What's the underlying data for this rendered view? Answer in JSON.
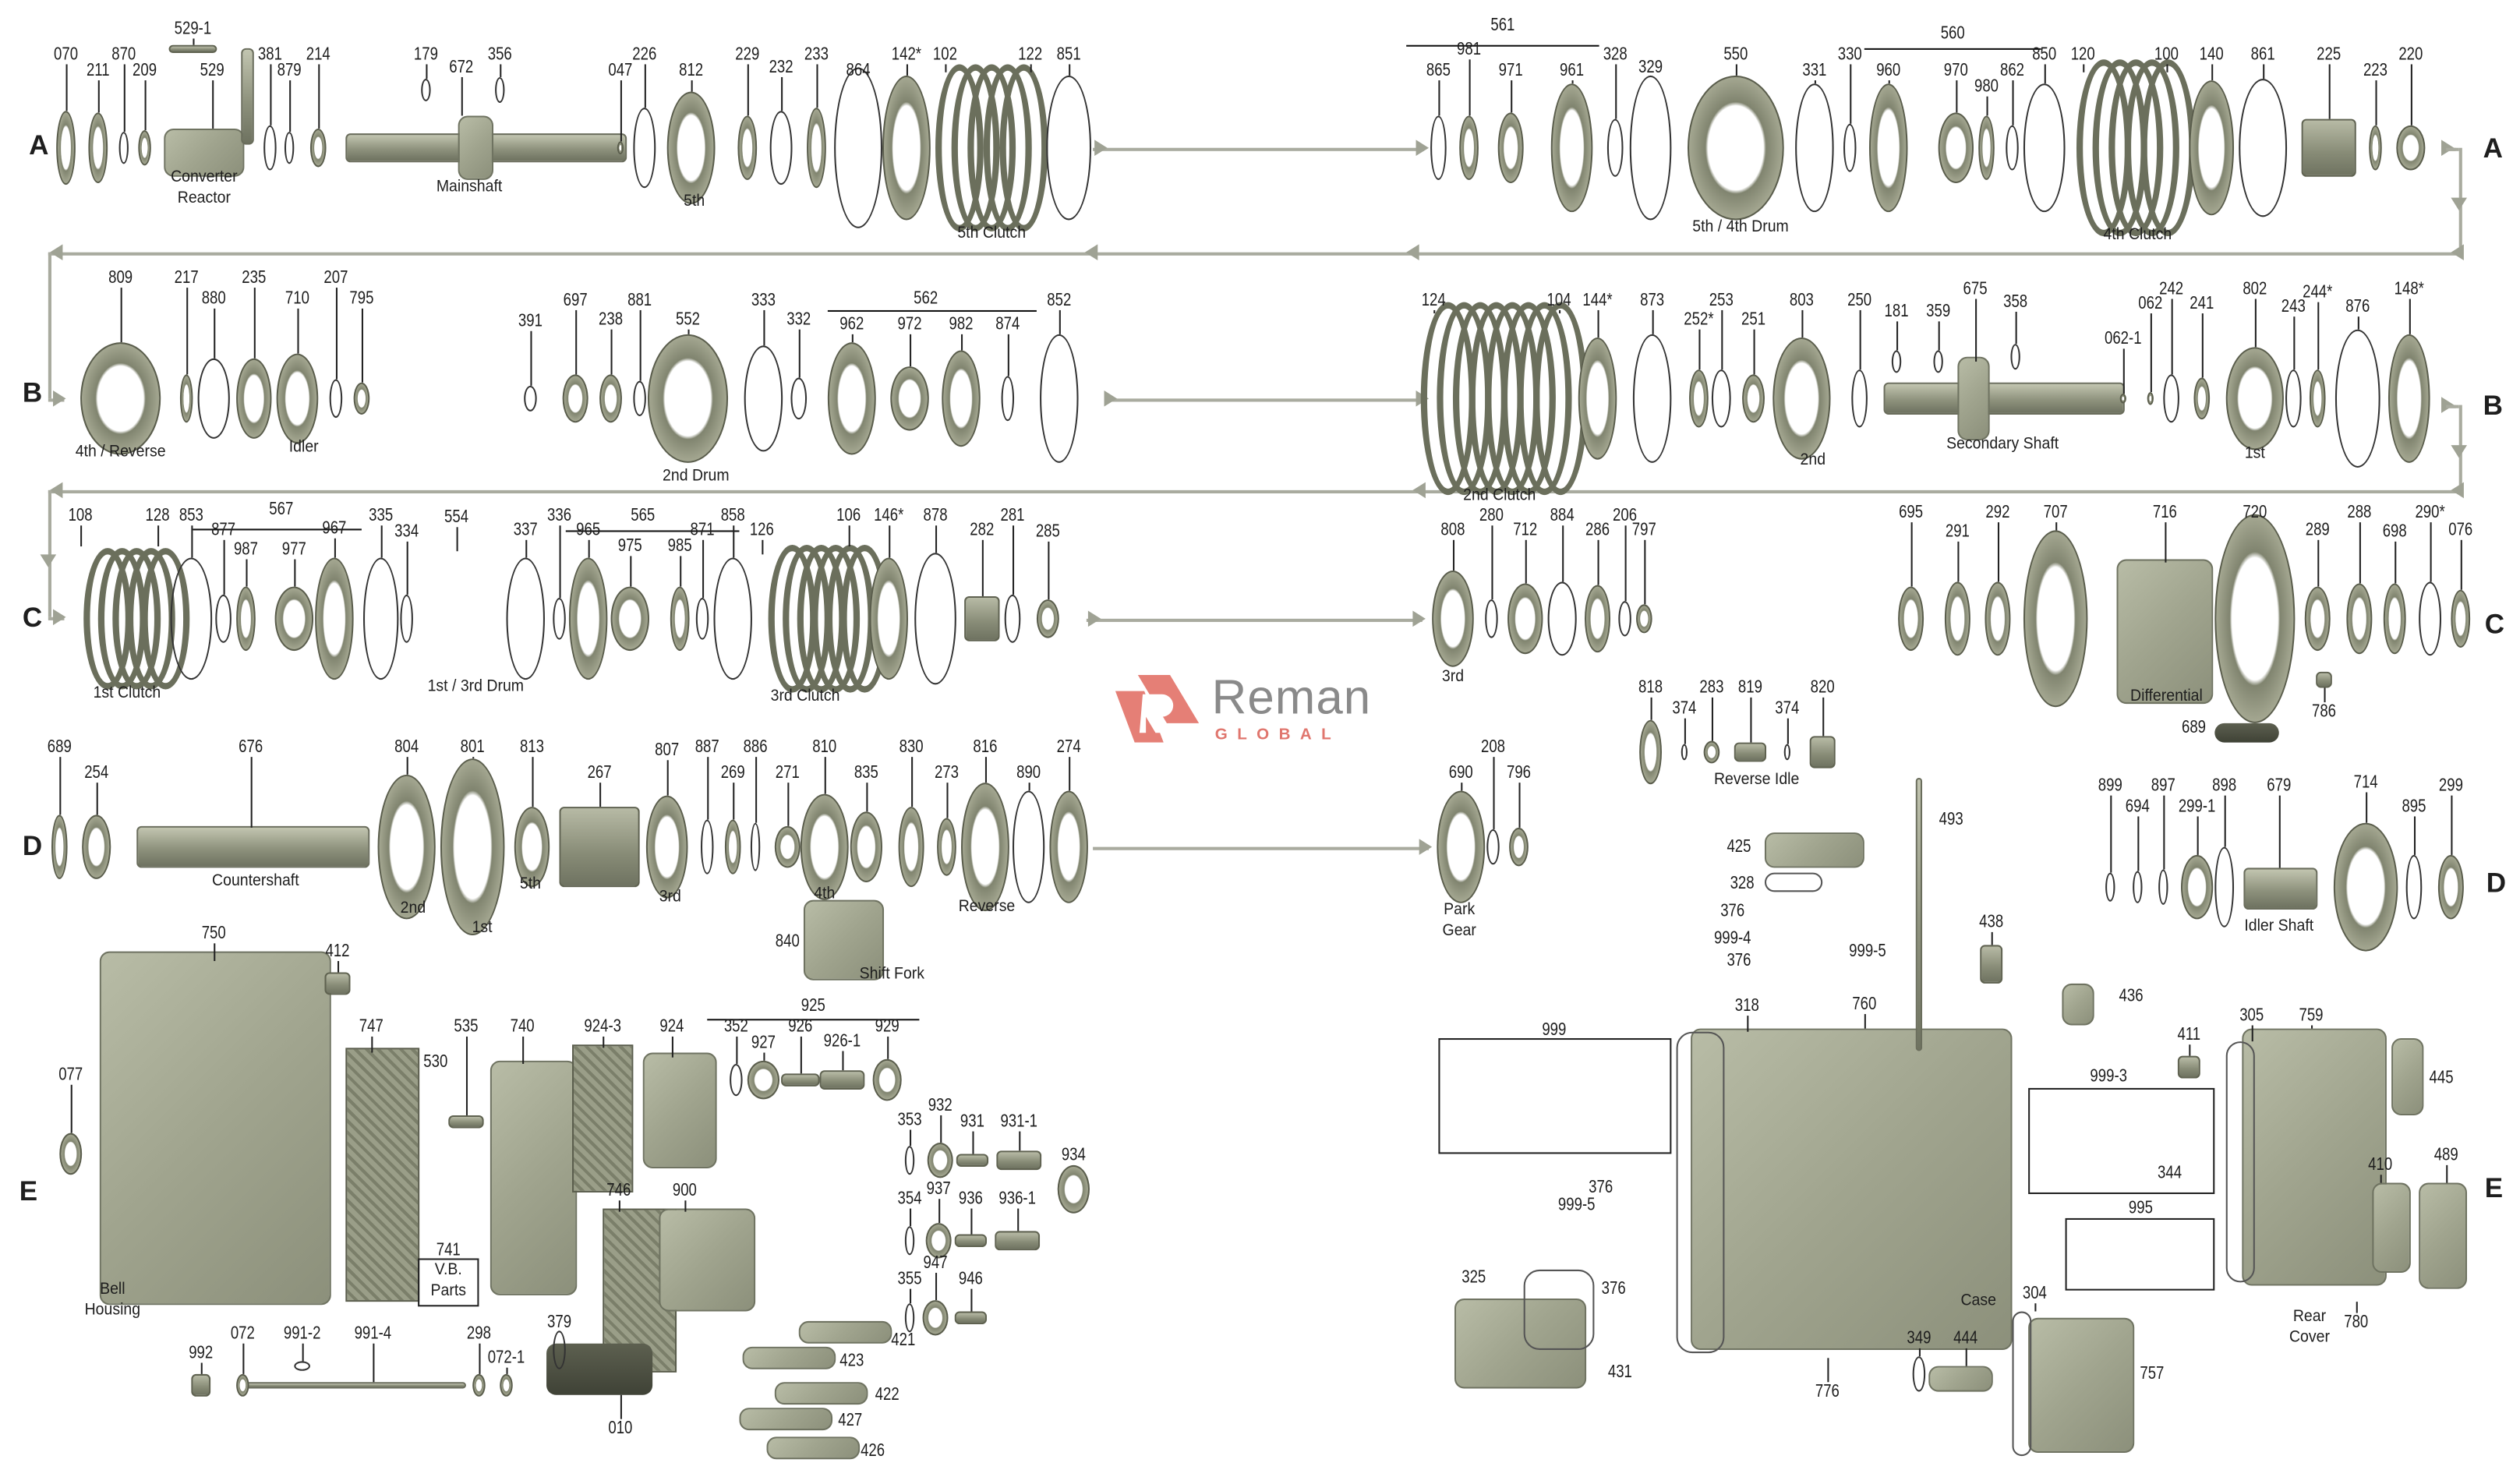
{
  "diagram_title_rows": [
    "A",
    "B",
    "C",
    "D",
    "E"
  ],
  "logo": {
    "name": "Reman",
    "tagline": "GLOBAL",
    "color": "#e57f76"
  },
  "colors": {
    "part_fill": "#8e927f",
    "flow_line": "#a9ab9f",
    "text": "#1e1e1e"
  },
  "sections": [
    {
      "id": "A-left",
      "parts": [
        "070",
        "211",
        "870",
        "209",
        "529",
        "529-1",
        "381",
        "879",
        "214",
        "179",
        "672",
        "356",
        "047",
        "226",
        "812",
        "229",
        "232",
        "233",
        "864",
        "142*",
        "102",
        "122",
        "851"
      ],
      "captions": [
        "Converter\nReactor",
        "Mainshaft",
        "5th",
        "5th Clutch"
      ]
    },
    {
      "id": "A-right",
      "parts": [
        "561",
        "865",
        "981",
        "971",
        "961",
        "328",
        "329",
        "550",
        "331",
        "330",
        "560",
        "960",
        "970",
        "980",
        "862",
        "850",
        "120",
        "100",
        "140",
        "861",
        "225",
        "223",
        "220"
      ],
      "captions": [
        "5th / 4th Drum",
        "4th Clutch"
      ]
    },
    {
      "id": "B-left",
      "parts": [
        "809",
        "217",
        "880",
        "235",
        "710",
        "207",
        "795"
      ],
      "captions": [
        "4th / Reverse",
        "Idler"
      ]
    },
    {
      "id": "B-mid",
      "parts": [
        "391",
        "697",
        "238",
        "881",
        "552",
        "333",
        "332",
        "562",
        "962",
        "972",
        "982",
        "874",
        "852"
      ],
      "captions": [
        "2nd Drum"
      ]
    },
    {
      "id": "B-right",
      "parts": [
        "124",
        "104",
        "144*",
        "873",
        "252*",
        "253",
        "251",
        "803",
        "250",
        "181",
        "359",
        "675",
        "358",
        "062-1",
        "062",
        "242",
        "241",
        "802",
        "243",
        "244*",
        "876",
        "148*"
      ],
      "captions": [
        "2nd Clutch",
        "2nd",
        "Secondary Shaft",
        "1st"
      ]
    },
    {
      "id": "C-left",
      "parts": [
        "108",
        "128",
        "853",
        "567",
        "877",
        "987",
        "977",
        "967",
        "335",
        "334",
        "554",
        "337",
        "336",
        "565",
        "965",
        "975",
        "985",
        "871",
        "858",
        "126",
        "106",
        "146*",
        "878",
        "282",
        "281",
        "285"
      ],
      "captions": [
        "1st Clutch",
        "1st / 3rd Drum",
        "3rd Clutch"
      ]
    },
    {
      "id": "C-mid",
      "parts": [
        "808",
        "280",
        "712",
        "884",
        "286",
        "206",
        "797"
      ],
      "captions": [
        "3rd"
      ]
    },
    {
      "id": "C-right",
      "parts": [
        "695",
        "291",
        "292",
        "707",
        "716",
        "720",
        "289",
        "288",
        "698",
        "290*",
        "076",
        "786",
        "689"
      ],
      "captions": [
        "Differential"
      ]
    },
    {
      "id": "reverse-idle",
      "parts": [
        "818",
        "374",
        "283",
        "819",
        "374",
        "820"
      ],
      "captions": [
        "Reverse Idle"
      ]
    },
    {
      "id": "D-left",
      "parts": [
        "689",
        "254",
        "676",
        "804",
        "801",
        "813",
        "267",
        "807",
        "887",
        "886",
        "269",
        "271",
        "810",
        "835",
        "830",
        "273",
        "816",
        "890",
        "274",
        "840"
      ],
      "captions": [
        "Countershaft",
        "2nd",
        "1st",
        "5th",
        "3rd",
        "4th",
        "Reverse",
        "Shift Fork"
      ]
    },
    {
      "id": "D-mid",
      "parts": [
        "208",
        "690",
        "796"
      ],
      "captions": [
        "Park\nGear"
      ]
    },
    {
      "id": "D-sensors",
      "parts": [
        "493",
        "425",
        "328",
        "376",
        "999-4",
        "999-5",
        "376",
        "438",
        "436"
      ],
      "captions": []
    },
    {
      "id": "D-right",
      "parts": [
        "899",
        "694",
        "897",
        "299-1",
        "898",
        "679",
        "714",
        "895",
        "299"
      ],
      "captions": [
        "Idler Shaft"
      ]
    },
    {
      "id": "E-left",
      "parts": [
        "750",
        "412",
        "077",
        "747",
        "530",
        "535",
        "740",
        "924-3",
        "924",
        "741",
        "925",
        "352",
        "927",
        "926",
        "926-1",
        "929",
        "353",
        "932",
        "931",
        "931-1",
        "934",
        "746",
        "900",
        "354",
        "937",
        "936",
        "936-1",
        "355",
        "947",
        "946",
        "421",
        "423",
        "422",
        "427",
        "426",
        "379",
        "010",
        "992",
        "072",
        "991-2",
        "991-4",
        "298",
        "072-1"
      ],
      "captions": [
        "Bell\nHousing",
        "V.B.\nParts"
      ]
    },
    {
      "id": "E-right",
      "parts": [
        "999",
        "318",
        "760",
        "376",
        "999-5",
        "376",
        "325",
        "431",
        "776",
        "349",
        "444",
        "304",
        "757",
        "411",
        "999-3",
        "344",
        "995",
        "305",
        "759",
        "445",
        "410",
        "489",
        "780"
      ],
      "captions": [
        "Case",
        "Rear\nCover"
      ]
    }
  ]
}
